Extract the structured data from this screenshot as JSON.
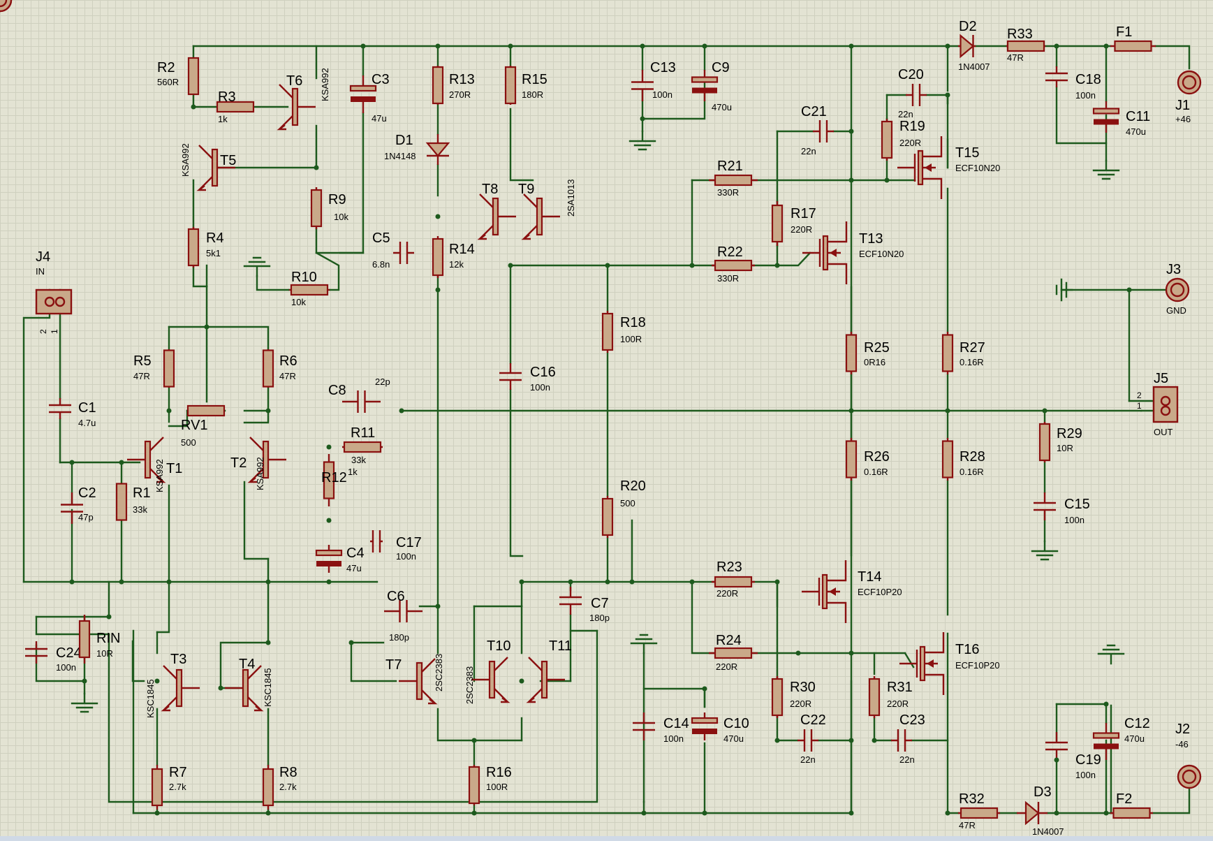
{
  "title": "",
  "components": [
    {
      "id": "R2",
      "name": "R2",
      "value": "560R"
    },
    {
      "id": "R3",
      "name": "R3",
      "value": "1k"
    },
    {
      "id": "T6",
      "name": "T6",
      "value": "KSA992"
    },
    {
      "id": "C3",
      "name": "C3",
      "value": "47u"
    },
    {
      "id": "R13",
      "name": "R13",
      "value": "270R"
    },
    {
      "id": "R15",
      "name": "R15",
      "value": "180R"
    },
    {
      "id": "C13",
      "name": "C13",
      "value": "100n"
    },
    {
      "id": "C9",
      "name": "C9",
      "value": "470u"
    },
    {
      "id": "D2",
      "name": "D2",
      "value": "1N4007"
    },
    {
      "id": "R33",
      "name": "R33",
      "value": "47R"
    },
    {
      "id": "F1",
      "name": "F1",
      "value": ""
    },
    {
      "id": "J1",
      "name": "J1",
      "value": "+46"
    },
    {
      "id": "C20",
      "name": "C20",
      "value": "22n"
    },
    {
      "id": "C18",
      "name": "C18",
      "value": "100n"
    },
    {
      "id": "C11",
      "name": "C11",
      "value": "470u"
    },
    {
      "id": "C21",
      "name": "C21",
      "value": "22n"
    },
    {
      "id": "R19",
      "name": "R19",
      "value": "220R"
    },
    {
      "id": "T15",
      "name": "T15",
      "value": "ECF10N20"
    },
    {
      "id": "T5",
      "name": "T5",
      "value": "KSA992"
    },
    {
      "id": "D1",
      "name": "D1",
      "value": "1N4148"
    },
    {
      "id": "R9",
      "name": "R9",
      "value": "10k"
    },
    {
      "id": "R21",
      "name": "R21",
      "value": "330R"
    },
    {
      "id": "T8",
      "name": "T8",
      "value": ""
    },
    {
      "id": "T9",
      "name": "T9",
      "value": "2SA1013"
    },
    {
      "id": "R17",
      "name": "R17",
      "value": "220R"
    },
    {
      "id": "R4",
      "name": "R4",
      "value": "5k1"
    },
    {
      "id": "C5",
      "name": "C5",
      "value": "6.8n"
    },
    {
      "id": "R14",
      "name": "R14",
      "value": "12k"
    },
    {
      "id": "T13",
      "name": "T13",
      "value": "ECF10N20"
    },
    {
      "id": "J4",
      "name": "J4",
      "value": "IN"
    },
    {
      "id": "R10",
      "name": "R10",
      "value": "10k"
    },
    {
      "id": "R22",
      "name": "R22",
      "value": "330R"
    },
    {
      "id": "J3",
      "name": "J3",
      "value": "GND"
    },
    {
      "id": "R18",
      "name": "R18",
      "value": "100R"
    },
    {
      "id": "R25",
      "name": "R25",
      "value": "0R16"
    },
    {
      "id": "R27",
      "name": "R27",
      "value": "0.16R"
    },
    {
      "id": "R5",
      "name": "R5",
      "value": "47R"
    },
    {
      "id": "R6",
      "name": "R6",
      "value": "47R"
    },
    {
      "id": "C16",
      "name": "C16",
      "value": "100n"
    },
    {
      "id": "C8",
      "name": "C8",
      "value": "22p"
    },
    {
      "id": "J5",
      "name": "J5",
      "value": "OUT"
    },
    {
      "id": "C1",
      "name": "C1",
      "value": "4.7u"
    },
    {
      "id": "RV1",
      "name": "RV1",
      "value": "500"
    },
    {
      "id": "R11",
      "name": "R11",
      "value": "33k"
    },
    {
      "id": "R29",
      "name": "R29",
      "value": "10R"
    },
    {
      "id": "R26",
      "name": "R26",
      "value": "0.16R"
    },
    {
      "id": "R28",
      "name": "R28",
      "value": "0.16R"
    },
    {
      "id": "T2",
      "name": "T2",
      "value": "KSA992"
    },
    {
      "id": "T1",
      "name": "T1",
      "value": "KSA992"
    },
    {
      "id": "R12",
      "name": "R12",
      "value": "1k"
    },
    {
      "id": "C2",
      "name": "C2",
      "value": "47p"
    },
    {
      "id": "R1",
      "name": "R1",
      "value": "33k"
    },
    {
      "id": "R20",
      "name": "R20",
      "value": "500"
    },
    {
      "id": "C15",
      "name": "C15",
      "value": "100n"
    },
    {
      "id": "C17",
      "name": "C17",
      "value": "100n"
    },
    {
      "id": "C4",
      "name": "C4",
      "value": "47u"
    },
    {
      "id": "R23",
      "name": "R23",
      "value": "220R"
    },
    {
      "id": "T14",
      "name": "T14",
      "value": "ECF10P20"
    },
    {
      "id": "C6",
      "name": "C6",
      "value": "180p"
    },
    {
      "id": "C7",
      "name": "C7",
      "value": "180p"
    },
    {
      "id": "C24",
      "name": "C24",
      "value": "100n"
    },
    {
      "id": "RIN",
      "name": "RIN",
      "value": "10R"
    },
    {
      "id": "R24",
      "name": "R24",
      "value": "220R"
    },
    {
      "id": "T16",
      "name": "T16",
      "value": "ECF10P20"
    },
    {
      "id": "T10",
      "name": "T10",
      "value": ""
    },
    {
      "id": "T11",
      "name": "T11",
      "value": ""
    },
    {
      "id": "T3",
      "name": "T3",
      "value": "KSC1845"
    },
    {
      "id": "T4",
      "name": "T4",
      "value": "KSC1845"
    },
    {
      "id": "T7",
      "name": "T7",
      "value": "2SC2383"
    },
    {
      "id": "T10b",
      "name": "",
      "value": "2SC2383"
    },
    {
      "id": "R30",
      "name": "R30",
      "value": "220R"
    },
    {
      "id": "R31",
      "name": "R31",
      "value": "220R"
    },
    {
      "id": "C14",
      "name": "C14",
      "value": "100n"
    },
    {
      "id": "C10",
      "name": "C10",
      "value": "470u"
    },
    {
      "id": "C12",
      "name": "C12",
      "value": "470u"
    },
    {
      "id": "J2",
      "name": "J2",
      "value": "-46"
    },
    {
      "id": "C22",
      "name": "C22",
      "value": "22n"
    },
    {
      "id": "C23",
      "name": "C23",
      "value": "22n"
    },
    {
      "id": "C19",
      "name": "C19",
      "value": "100n"
    },
    {
      "id": "R7",
      "name": "R7",
      "value": "2.7k"
    },
    {
      "id": "R8",
      "name": "R8",
      "value": "2.7k"
    },
    {
      "id": "R16",
      "name": "R16",
      "value": "100R"
    },
    {
      "id": "R32",
      "name": "R32",
      "value": "47R"
    },
    {
      "id": "D3",
      "name": "D3",
      "value": "1N4007"
    },
    {
      "id": "F2",
      "name": "F2",
      "value": ""
    }
  ],
  "pins": {
    "j4_1": "1",
    "j4_2": "2",
    "j5_1": "1",
    "j5_2": "2"
  }
}
